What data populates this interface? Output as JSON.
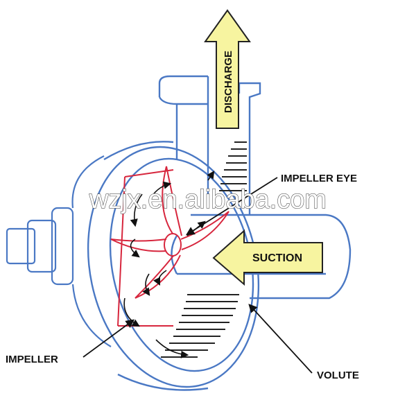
{
  "diagram": {
    "labels": {
      "discharge": "DISCHARGE",
      "suction": "SUCTION",
      "impeller_eye": "IMPELLER EYE",
      "impeller": "IMPELLER",
      "volute": "VOLUTE"
    },
    "watermark": "wzjx.en.alibaba.com",
    "colors": {
      "outline": "#4a78c4",
      "impeller": "#d7263d",
      "arrow_fill": "#f7f4a0",
      "hatch": "#222222",
      "text": "#111111"
    }
  }
}
